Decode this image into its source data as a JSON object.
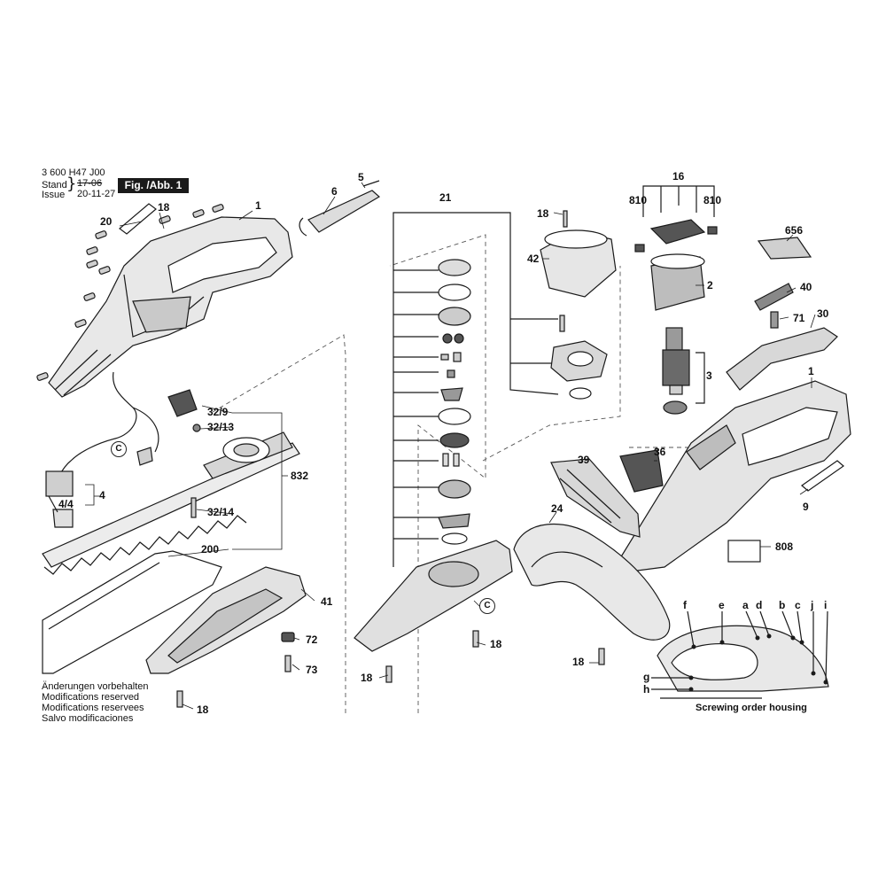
{
  "header": {
    "doc_number": "3 600 H47 J00",
    "stand_label": "Stand",
    "issue_label": "Issue",
    "stand_value_struck": "17-06",
    "issue_value": "20-11-27",
    "figure_label": "Fig. /Abb. 1"
  },
  "footer": {
    "notes": [
      "Änderungen vorbehalten",
      "Modifications reserved",
      "Modifications reservees",
      "Salvo modificaciones"
    ],
    "screwing_order": "Screwing order housing"
  },
  "callouts": {
    "p1": "1",
    "p1b": "1",
    "p2": "2",
    "p3": "3",
    "p4": "4",
    "p4_4": "4/4",
    "p5": "5",
    "p6": "6",
    "p9": "9",
    "p16": "16",
    "p18a": "18",
    "p18b": "18",
    "p18c": "18",
    "p18d": "18",
    "p18e": "18",
    "p18f": "18",
    "p20": "20",
    "p21": "21",
    "p24": "24",
    "p30": "30",
    "p32_9": "32/9",
    "p32_13": "32/13",
    "p32_14": "32/14",
    "p36": "36",
    "p39": "39",
    "p40": "40",
    "p41": "41",
    "p42": "42",
    "p71": "71",
    "p72": "72",
    "p73": "73",
    "p200": "200",
    "p656": "656",
    "p808": "808",
    "p810a": "810",
    "p810b": "810",
    "p832": "832",
    "c1": "C",
    "c2": "C",
    "sa": "a",
    "sb": "b",
    "sc": "c",
    "sd": "d",
    "se": "e",
    "sf": "f",
    "sg": "g",
    "sh": "h",
    "si": "i",
    "sj": "j"
  },
  "colors": {
    "line": "#1a1a1a",
    "part_fill": "#e6e6e6",
    "part_dark": "#4a4a4a",
    "figure_box": "#1a1a1a"
  }
}
